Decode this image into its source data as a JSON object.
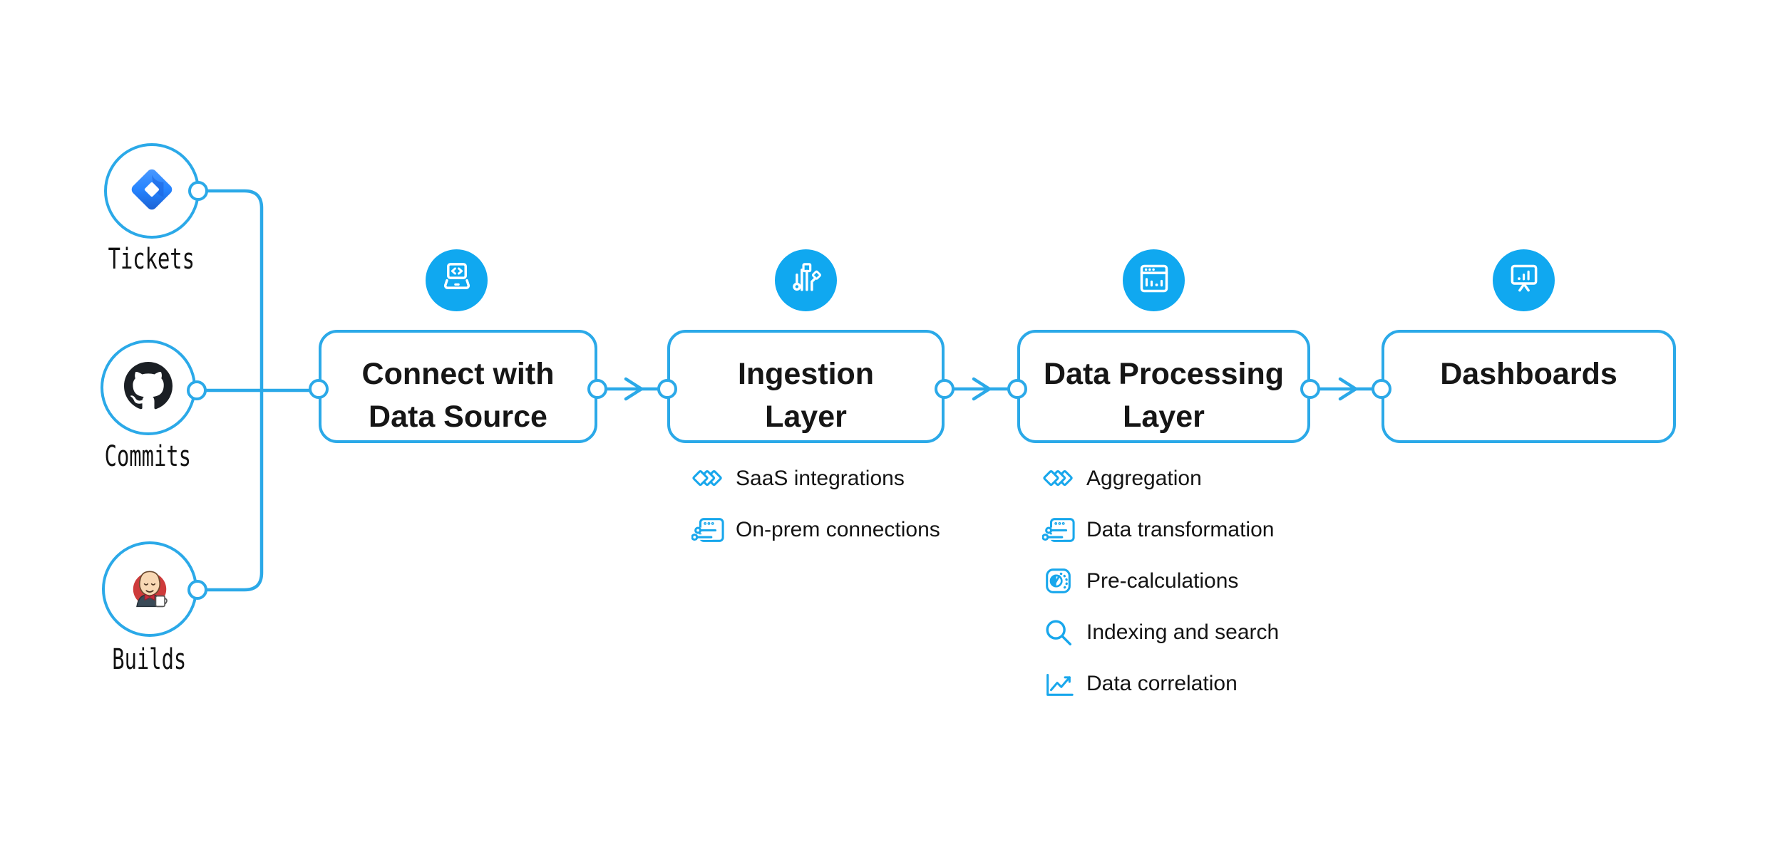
{
  "diagram": {
    "title": "Data pipeline flow diagram",
    "background_color": "#ffffff",
    "connector_color": "#2BA9E8",
    "stage_icon_bg_color": "#10A8F0",
    "feature_icon_color": "#18A7EC",
    "text_color": "#161616"
  },
  "sources": [
    {
      "label": "Tickets",
      "icon": "jira-icon"
    },
    {
      "label": "Commits",
      "icon": "github-icon"
    },
    {
      "label": "Builds",
      "icon": "jenkins-icon"
    }
  ],
  "stages": [
    {
      "title_line1": "Connect with",
      "title_line2": "Data Source",
      "icon": "laptop-code-icon",
      "features": []
    },
    {
      "title_line1": "Ingestion",
      "title_line2": "Layer",
      "icon": "circuit-icon",
      "features": [
        {
          "label": "SaaS integrations",
          "icon": "stacked-diamonds-icon"
        },
        {
          "label": "On-prem connections",
          "icon": "window-sliders-icon"
        }
      ]
    },
    {
      "title_line1": "Data Processing",
      "title_line2": "Layer",
      "icon": "window-chart-icon",
      "features": [
        {
          "label": "Aggregation",
          "icon": "stacked-diamonds-icon"
        },
        {
          "label": "Data transformation",
          "icon": "window-sliders-icon"
        },
        {
          "label": "Pre-calculations",
          "icon": "gauge-icon"
        },
        {
          "label": "Indexing and search",
          "icon": "search-icon"
        },
        {
          "label": "Data correlation",
          "icon": "line-chart-icon"
        }
      ]
    },
    {
      "title_line1": "Dashboards",
      "title_line2": "",
      "icon": "presentation-chart-icon",
      "features": []
    }
  ]
}
